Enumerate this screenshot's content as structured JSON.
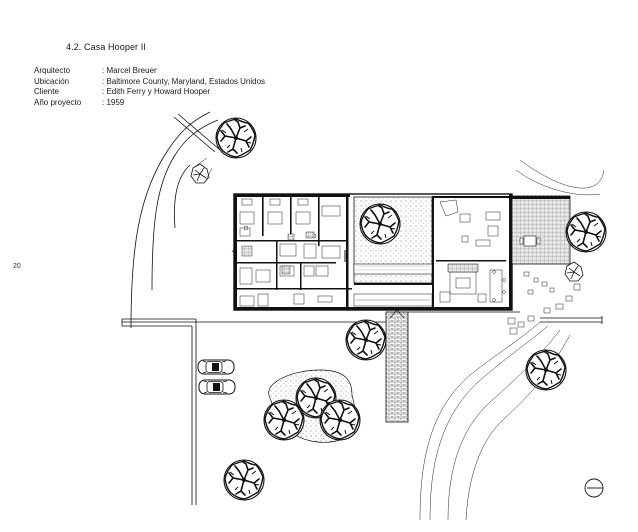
{
  "page": {
    "heading": "4.2. Casa Hooper II",
    "page_number": "20"
  },
  "project_info": [
    {
      "label": "Arquitecto",
      "value": "Marcel Breuer"
    },
    {
      "label": "Ubicación",
      "value": "Baltimore County, Maryland, Estados Unidos"
    },
    {
      "label": "Cliente",
      "value": "Edith Ferry y Howard Hooper"
    },
    {
      "label": "Año proyecto",
      "value": "1959"
    }
  ],
  "drawing": {
    "icons": [
      "site-plan",
      "tree-icon",
      "car-icon",
      "north-arrow-icon"
    ]
  }
}
